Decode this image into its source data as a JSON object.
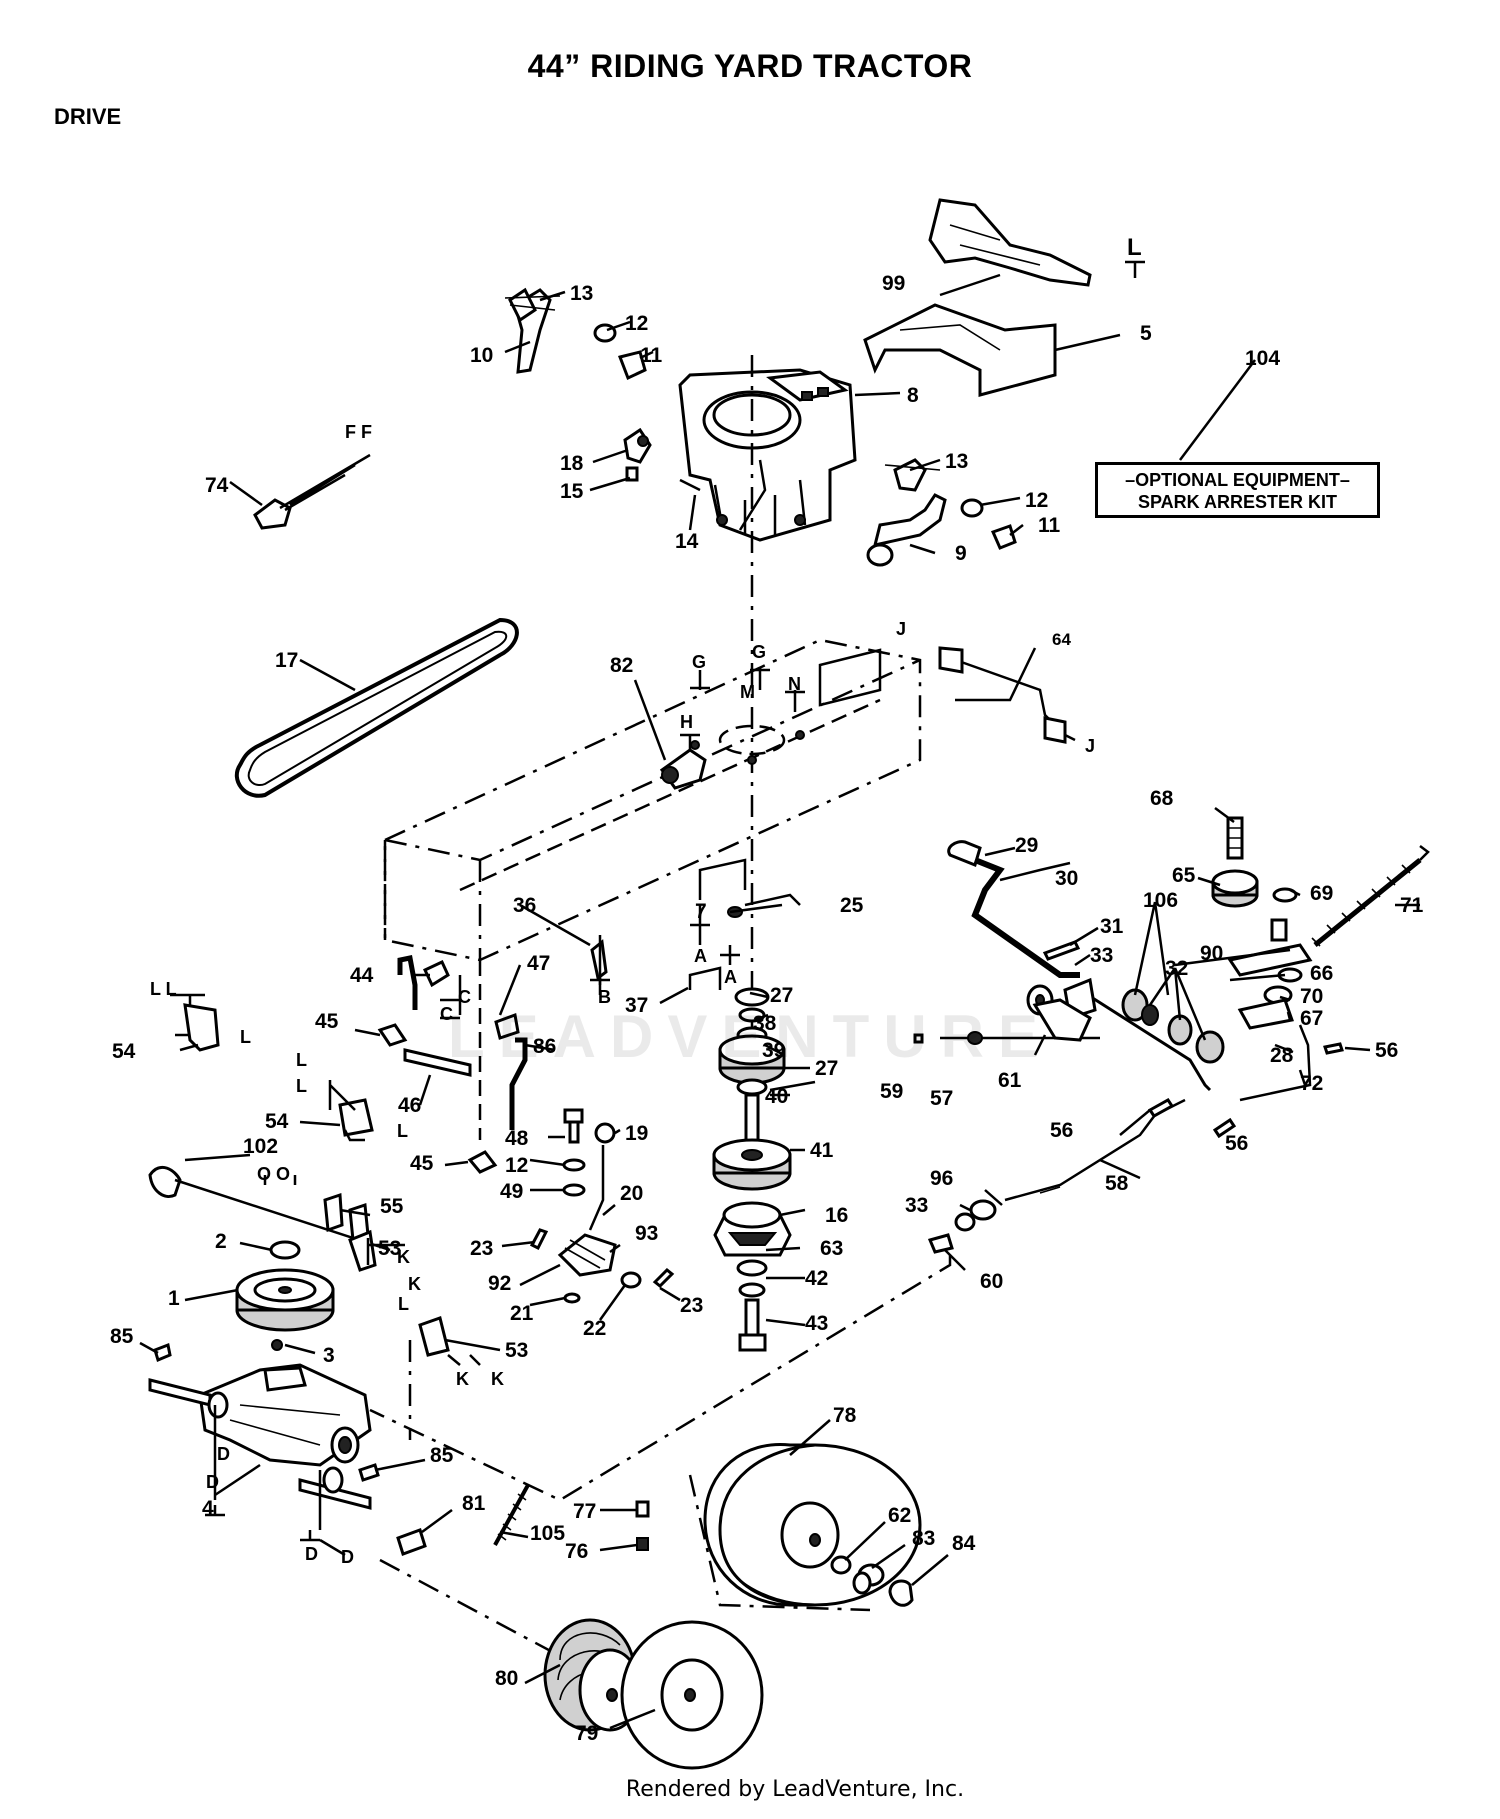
{
  "title": "44” RIDING YARD TRACTOR",
  "section": "DRIVE",
  "optional_equipment": {
    "line1": "–OPTIONAL EQUIPMENT–",
    "line2": "SPARK ARRESTER KIT"
  },
  "watermark": "LEADVENTURE",
  "footer": "Rendered by LeadVenture, Inc.",
  "callouts": [
    {
      "id": "c1",
      "text": "1"
    },
    {
      "id": "c2",
      "text": "2"
    },
    {
      "id": "c3",
      "text": "3"
    },
    {
      "id": "c4",
      "text": "4"
    },
    {
      "id": "c5",
      "text": "5"
    },
    {
      "id": "c7",
      "text": "7"
    },
    {
      "id": "c8",
      "text": "8"
    },
    {
      "id": "c9",
      "text": "9"
    },
    {
      "id": "c10",
      "text": "10"
    },
    {
      "id": "c11a",
      "text": "11"
    },
    {
      "id": "c11b",
      "text": "11"
    },
    {
      "id": "c12a",
      "text": "12"
    },
    {
      "id": "c12b",
      "text": "12"
    },
    {
      "id": "c12c",
      "text": "12"
    },
    {
      "id": "c13a",
      "text": "13"
    },
    {
      "id": "c13b",
      "text": "13"
    },
    {
      "id": "c14",
      "text": "14"
    },
    {
      "id": "c15",
      "text": "15"
    },
    {
      "id": "c16",
      "text": "16"
    },
    {
      "id": "c17",
      "text": "17"
    },
    {
      "id": "c18",
      "text": "18"
    },
    {
      "id": "c19",
      "text": "19"
    },
    {
      "id": "c20",
      "text": "20"
    },
    {
      "id": "c21",
      "text": "21"
    },
    {
      "id": "c22",
      "text": "22"
    },
    {
      "id": "c23a",
      "text": "23"
    },
    {
      "id": "c23b",
      "text": "23"
    },
    {
      "id": "c25",
      "text": "25"
    },
    {
      "id": "c27a",
      "text": "27"
    },
    {
      "id": "c27b",
      "text": "27"
    },
    {
      "id": "c28",
      "text": "28"
    },
    {
      "id": "c29",
      "text": "29"
    },
    {
      "id": "c30",
      "text": "30"
    },
    {
      "id": "c31",
      "text": "31"
    },
    {
      "id": "c32",
      "text": "32"
    },
    {
      "id": "c33a",
      "text": "33"
    },
    {
      "id": "c33b",
      "text": "33"
    },
    {
      "id": "c36",
      "text": "36"
    },
    {
      "id": "c37",
      "text": "37"
    },
    {
      "id": "c38",
      "text": "38"
    },
    {
      "id": "c39",
      "text": "39"
    },
    {
      "id": "c40",
      "text": "40"
    },
    {
      "id": "c41",
      "text": "41"
    },
    {
      "id": "c42",
      "text": "42"
    },
    {
      "id": "c43",
      "text": "43"
    },
    {
      "id": "c44",
      "text": "44"
    },
    {
      "id": "c45a",
      "text": "45"
    },
    {
      "id": "c45b",
      "text": "45"
    },
    {
      "id": "c46",
      "text": "46"
    },
    {
      "id": "c47",
      "text": "47"
    },
    {
      "id": "c48",
      "text": "48"
    },
    {
      "id": "c49",
      "text": "49"
    },
    {
      "id": "c53a",
      "text": "53"
    },
    {
      "id": "c53b",
      "text": "53"
    },
    {
      "id": "c54a",
      "text": "54"
    },
    {
      "id": "c54b",
      "text": "54"
    },
    {
      "id": "c55",
      "text": "55"
    },
    {
      "id": "c56a",
      "text": "56"
    },
    {
      "id": "c56b",
      "text": "56"
    },
    {
      "id": "c56c",
      "text": "56"
    },
    {
      "id": "c57",
      "text": "57"
    },
    {
      "id": "c58",
      "text": "58"
    },
    {
      "id": "c59",
      "text": "59"
    },
    {
      "id": "c60",
      "text": "60"
    },
    {
      "id": "c61",
      "text": "61"
    },
    {
      "id": "c62",
      "text": "62"
    },
    {
      "id": "c63",
      "text": "63"
    },
    {
      "id": "c64",
      "text": "64"
    },
    {
      "id": "c65",
      "text": "65"
    },
    {
      "id": "c66",
      "text": "66"
    },
    {
      "id": "c67",
      "text": "67"
    },
    {
      "id": "c68",
      "text": "68"
    },
    {
      "id": "c69a",
      "text": "69"
    },
    {
      "id": "c69b",
      "text": "69"
    },
    {
      "id": "c70",
      "text": "70"
    },
    {
      "id": "c71",
      "text": "71"
    },
    {
      "id": "c72",
      "text": "72"
    },
    {
      "id": "c74",
      "text": "74"
    },
    {
      "id": "c76",
      "text": "76"
    },
    {
      "id": "c77",
      "text": "77"
    },
    {
      "id": "c78",
      "text": "78"
    },
    {
      "id": "c79",
      "text": "79"
    },
    {
      "id": "c80",
      "text": "80"
    },
    {
      "id": "c81",
      "text": "81"
    },
    {
      "id": "c82",
      "text": "82"
    },
    {
      "id": "c83",
      "text": "83"
    },
    {
      "id": "c84",
      "text": "84"
    },
    {
      "id": "c85a",
      "text": "85"
    },
    {
      "id": "c85b",
      "text": "85"
    },
    {
      "id": "c86",
      "text": "86"
    },
    {
      "id": "c90",
      "text": "90"
    },
    {
      "id": "c92",
      "text": "92"
    },
    {
      "id": "c93",
      "text": "93"
    },
    {
      "id": "c96",
      "text": "96"
    },
    {
      "id": "c99",
      "text": "99"
    },
    {
      "id": "c102",
      "text": "102"
    },
    {
      "id": "c104",
      "text": "104"
    },
    {
      "id": "c105",
      "text": "105"
    },
    {
      "id": "c106",
      "text": "106"
    }
  ],
  "connector_letters": [
    {
      "id": "L1",
      "text": "L"
    },
    {
      "id": "FF",
      "text": "F F"
    },
    {
      "id": "J1",
      "text": "J"
    },
    {
      "id": "J2",
      "text": "J"
    },
    {
      "id": "G1",
      "text": "G"
    },
    {
      "id": "G2",
      "text": "G"
    },
    {
      "id": "M",
      "text": "M"
    },
    {
      "id": "N",
      "text": "N"
    },
    {
      "id": "H",
      "text": "H"
    },
    {
      "id": "A1",
      "text": "A"
    },
    {
      "id": "A2",
      "text": "A"
    },
    {
      "id": "B",
      "text": "B"
    },
    {
      "id": "C1",
      "text": "C"
    },
    {
      "id": "C2",
      "text": "C"
    },
    {
      "id": "LL",
      "text": "L L"
    },
    {
      "id": "L2",
      "text": "L"
    },
    {
      "id": "L3",
      "text": "L"
    },
    {
      "id": "L4",
      "text": "L"
    },
    {
      "id": "L5",
      "text": "L"
    },
    {
      "id": "L6",
      "text": "L"
    },
    {
      "id": "OO",
      "text": "O O"
    },
    {
      "id": "K1",
      "text": "K"
    },
    {
      "id": "K2",
      "text": "K"
    },
    {
      "id": "K3",
      "text": "K"
    },
    {
      "id": "K4",
      "text": "K"
    },
    {
      "id": "D1",
      "text": "D"
    },
    {
      "id": "D2",
      "text": "D"
    },
    {
      "id": "D3",
      "text": "D"
    },
    {
      "id": "D4",
      "text": "D"
    }
  ]
}
